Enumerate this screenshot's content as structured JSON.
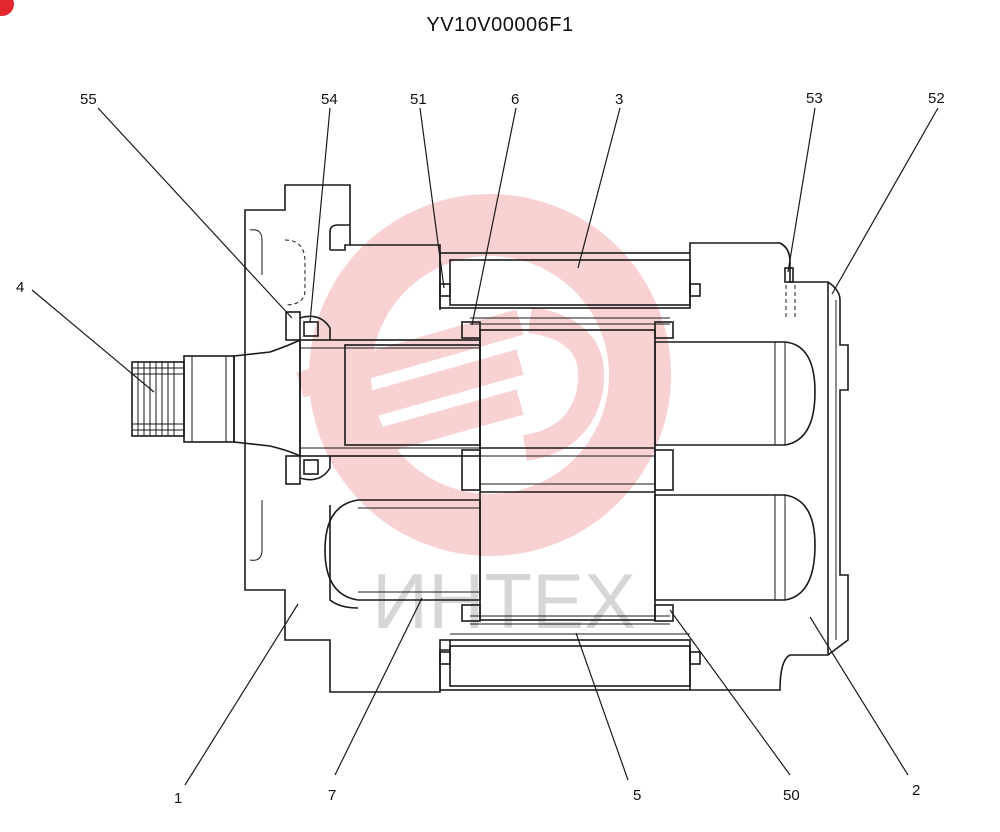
{
  "title": "YV10V00006F1",
  "watermark": {
    "text": "ИНТЕХ",
    "gear_color": "#f7c9cb",
    "brand_color": "#e0282e"
  },
  "callouts": [
    {
      "id": "55",
      "label": "55"
    },
    {
      "id": "54",
      "label": "54"
    },
    {
      "id": "51",
      "label": "51"
    },
    {
      "id": "6",
      "label": "6"
    },
    {
      "id": "3",
      "label": "3"
    },
    {
      "id": "53",
      "label": "53"
    },
    {
      "id": "52",
      "label": "52"
    },
    {
      "id": "4",
      "label": "4"
    },
    {
      "id": "1",
      "label": "1"
    },
    {
      "id": "7",
      "label": "7"
    },
    {
      "id": "5",
      "label": "5"
    },
    {
      "id": "50",
      "label": "50"
    },
    {
      "id": "2",
      "label": "2"
    }
  ]
}
